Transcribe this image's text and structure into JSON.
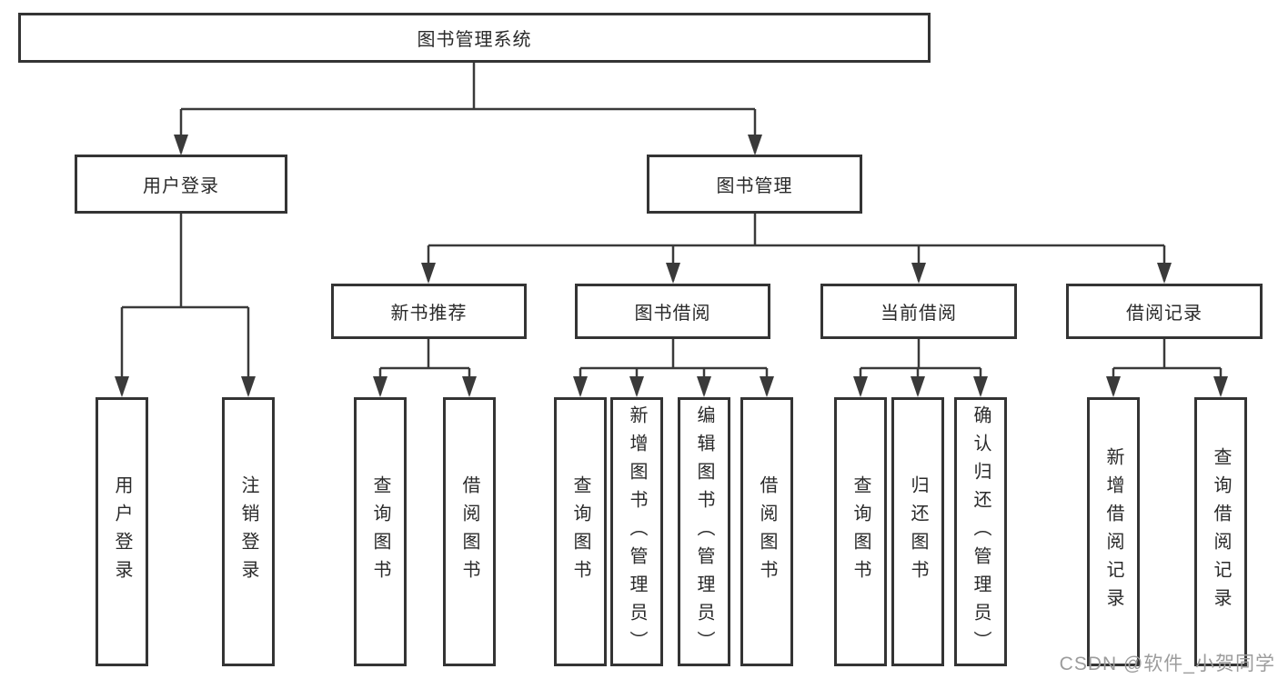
{
  "diagram": {
    "title": "图书管理系统",
    "tree": {
      "root": {
        "label": "图书管理系统"
      },
      "level2": [
        {
          "label": "用户登录"
        },
        {
          "label": "图书管理"
        }
      ],
      "level3": [
        {
          "label": "新书推荐",
          "parent": "图书管理"
        },
        {
          "label": "图书借阅",
          "parent": "图书管理"
        },
        {
          "label": "当前借阅",
          "parent": "图书管理"
        },
        {
          "label": "借阅记录",
          "parent": "图书管理"
        }
      ],
      "leaves": [
        {
          "label": "用户登录",
          "parent": "用户登录"
        },
        {
          "label": "注销登录",
          "parent": "用户登录"
        },
        {
          "label": "查询图书",
          "parent": "新书推荐"
        },
        {
          "label": "借阅图书",
          "parent": "新书推荐"
        },
        {
          "label": "查询图书",
          "parent": "图书借阅"
        },
        {
          "label": "新增图书（管理员）",
          "parent": "图书借阅"
        },
        {
          "label": "编辑图书（管理员）",
          "parent": "图书借阅"
        },
        {
          "label": "借阅图书",
          "parent": "图书借阅"
        },
        {
          "label": "查询图书",
          "parent": "当前借阅"
        },
        {
          "label": "归还图书",
          "parent": "当前借阅"
        },
        {
          "label": "确认归还（管理员）",
          "parent": "当前借阅"
        },
        {
          "label": "新增借阅记录",
          "parent": "借阅记录"
        },
        {
          "label": "查询借阅记录",
          "parent": "借阅记录"
        }
      ]
    },
    "colors": {
      "line": "#3a3a3a",
      "box_border": "#343434",
      "text": "#2a2a2a",
      "watermark": "#9c9c9c",
      "background": "#ffffff"
    },
    "watermark_text": "CSDN @软件_小贺同学"
  }
}
